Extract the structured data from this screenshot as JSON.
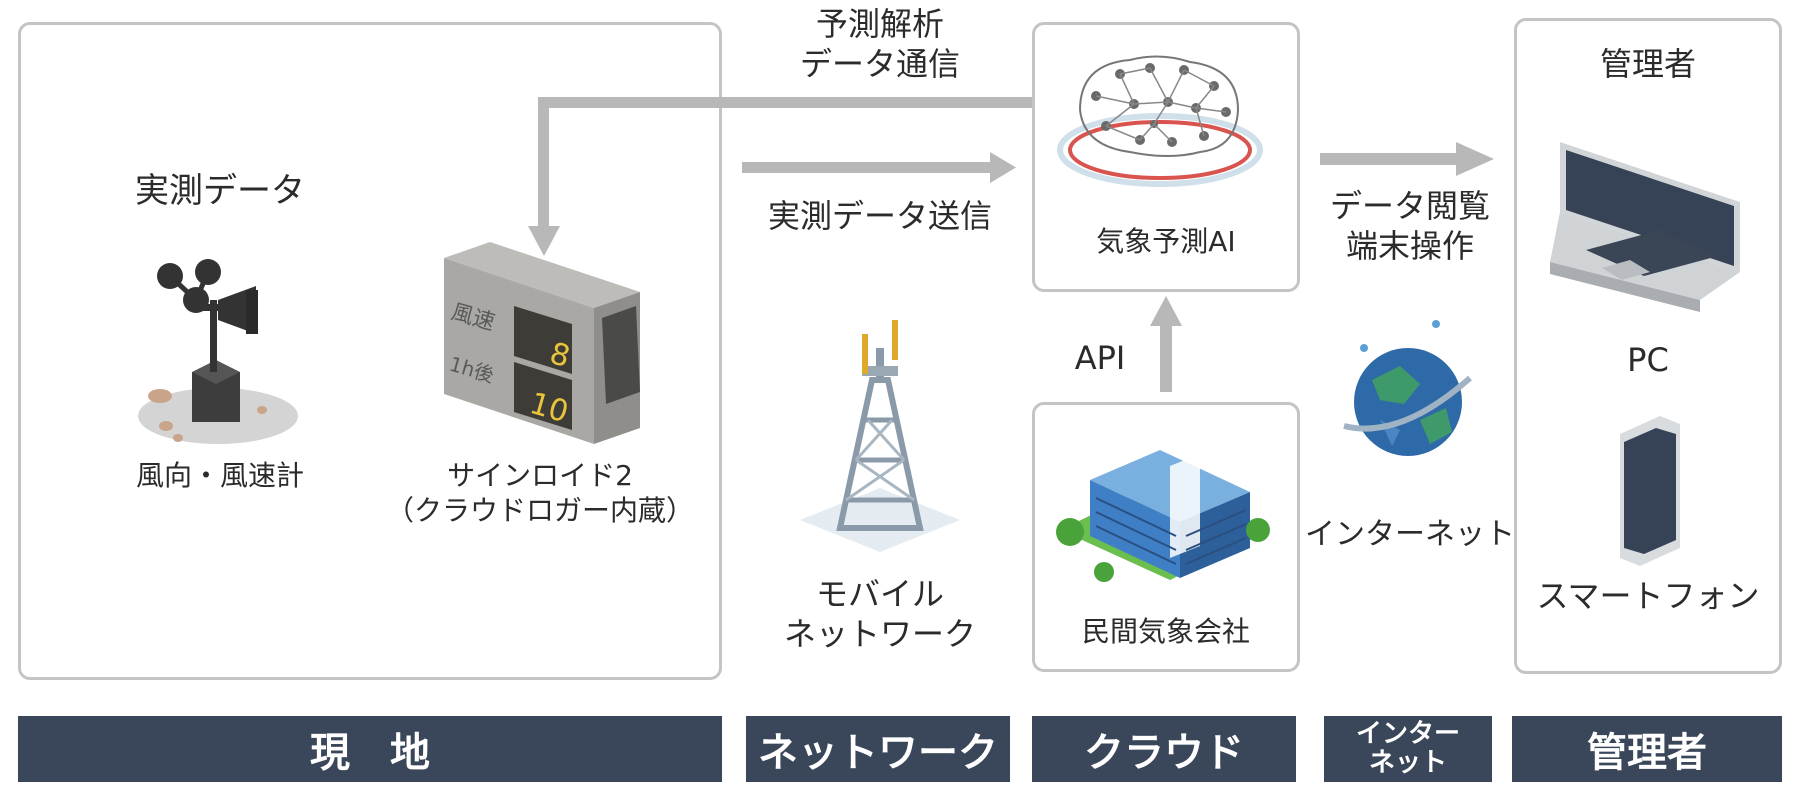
{
  "site": {
    "measured_data": "実測データ",
    "anemometer_label": "風向・風速計",
    "signoid_label": "サインロイド2\n（クラウドロガー内蔵）",
    "display": {
      "row1_label": "風速",
      "row1_value": "8",
      "row2_label": "1h後",
      "row2_value": "10"
    }
  },
  "network": {
    "forecast_comm": "予測解析\nデータ通信",
    "send_label": "実測データ送信",
    "mobile_label": "モバイル\nネットワーク"
  },
  "cloud": {
    "ai_label": "気象予測AI",
    "api_label": "API",
    "company_label": "民間気象会社"
  },
  "internet": {
    "view_label": "データ閲覧\n端末操作",
    "internet_label": "インターネット"
  },
  "admin": {
    "title": "管理者",
    "pc_label": "PC",
    "phone_label": "スマートフォン"
  },
  "bands": {
    "site": "現　地",
    "network": "ネットワーク",
    "cloud": "クラウド",
    "internet": "インター\nネット",
    "admin": "管理者"
  },
  "colors": {
    "band": "#3a4659",
    "arrow": "#b8b8b8",
    "panel_border": "#c4c4c4",
    "display_digit": "#e8c53a",
    "building": "#3f7fc6",
    "globe": "#2f6aa8"
  }
}
